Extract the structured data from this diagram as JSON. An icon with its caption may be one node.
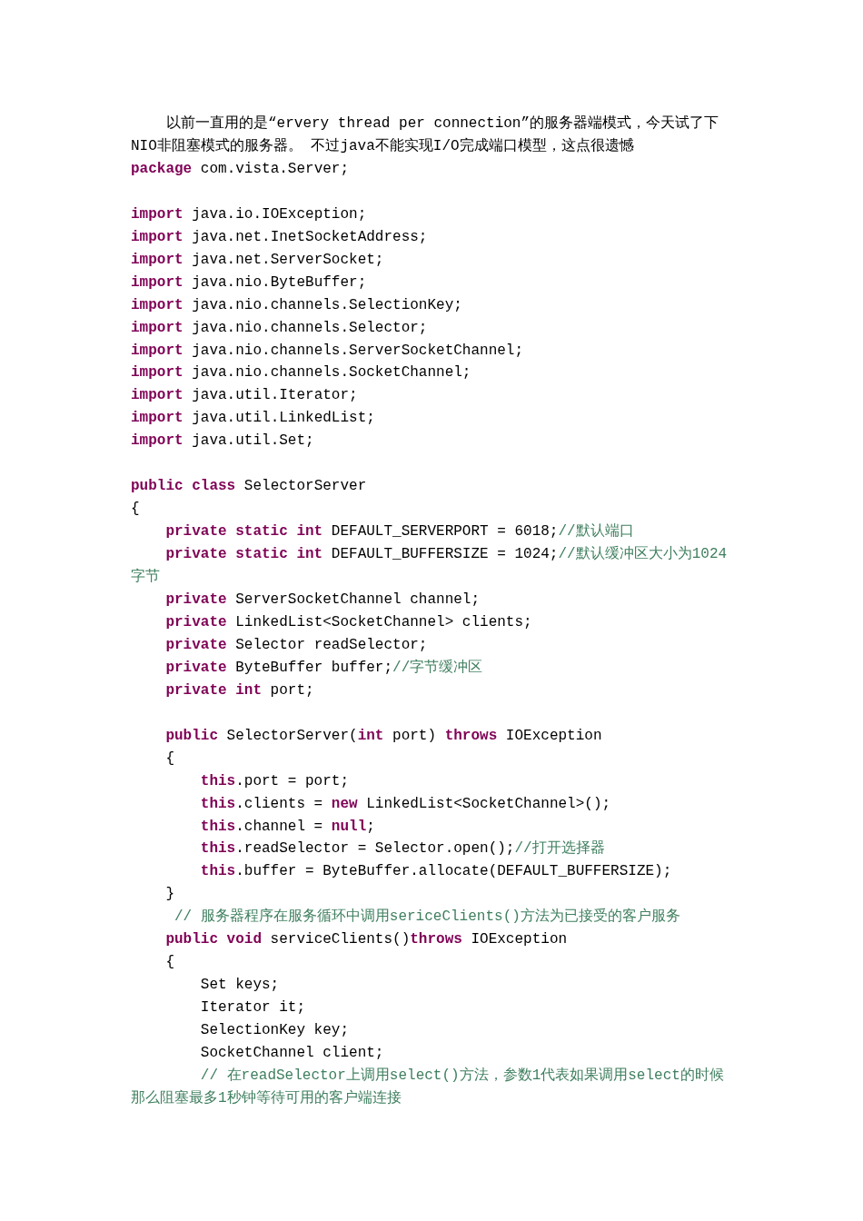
{
  "diagram": {
    "labels": [
      "以前一直用的是“ervery thread per connection”的服务器端模式，今天试了下NIO非阻塞模式的服务器。 不过java不能实现I/O完成端口模型，这点很遗憾",
      "**package** com.vista.Server;",
      "**import** java.io.IOException;",
      "**import** java.net.InetSocketAddress;",
      "**import** java.net.ServerSocket;",
      "**import** java.nio.ByteBuffer;",
      "**import** java.nio.channels.SelectionKey;",
      "**import** java.nio.channels.Selector;",
      "**import** java.nio.channels.ServerSocketChannel;",
      "**import** java.nio.channels.SocketChannel;",
      "**import** java.util.Iterator;",
      "**import** java.util.LinkedList;",
      "**import** java.util.Set;",
      "**public class** SelectorServer",
      "{",
      "**private static int** DEFAULT_SERVERPORT = 6018;",
      "//默认端口",
      "**private static int** DEFAULT_BUFFERSIZE = 1024;",
      "//默认缓冲区大小为1024字节",
      "**private** ServerSocketChannel channel;",
      "**private** LinkedList<SocketChannel> clients;",
      "**private** Selector readSelector;",
      "**private** ByteBuffer buffer;",
      "//字节缓冲区",
      "**private int** port;",
      "**public** SelectorServer(**int** port) **throws** IOException",
      "{",
      "**this**.port = port;",
      "**this**.clients = **new** LinkedList<SocketChannel>();",
      "**this**.channel = **null**;",
      "**this**.readSelector = Selector.open();",
      "//打开选择器",
      "**this**.buffer = ByteBuffer.allocate(DEFAULT_BUFFERSIZE);",
      "}",
      "// 服务器程序在服务循环中调用sericeClients()方法为已接受的客户服务",
      "**public void** serviceClients()**throws** IOException",
      "{",
      "Set keys;",
      "Iterator it;",
      "SelectionKey key;",
      "SocketChannel client;",
      "// 在readSelector上调用select()方法，参数1代表如果调用select的时候那么阻塞最多1秒钟等待可用的客户端连接"
    ]
  }
}
